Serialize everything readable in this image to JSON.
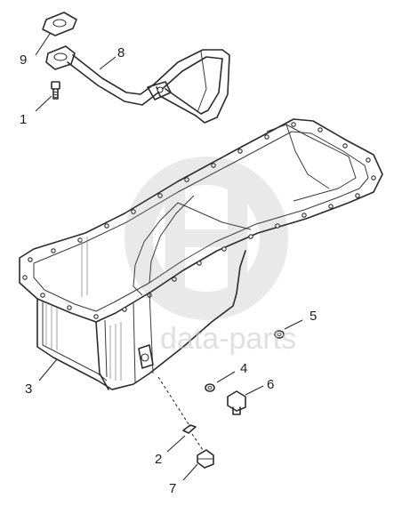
{
  "callouts": [
    {
      "id": "1",
      "label": "1"
    },
    {
      "id": "2",
      "label": "2"
    },
    {
      "id": "3",
      "label": "3"
    },
    {
      "id": "4",
      "label": "4"
    },
    {
      "id": "5",
      "label": "5"
    },
    {
      "id": "6",
      "label": "6"
    },
    {
      "id": "7",
      "label": "7"
    },
    {
      "id": "8",
      "label": "8"
    },
    {
      "id": "9",
      "label": "9"
    }
  ],
  "watermark": {
    "text": "data-parts"
  }
}
